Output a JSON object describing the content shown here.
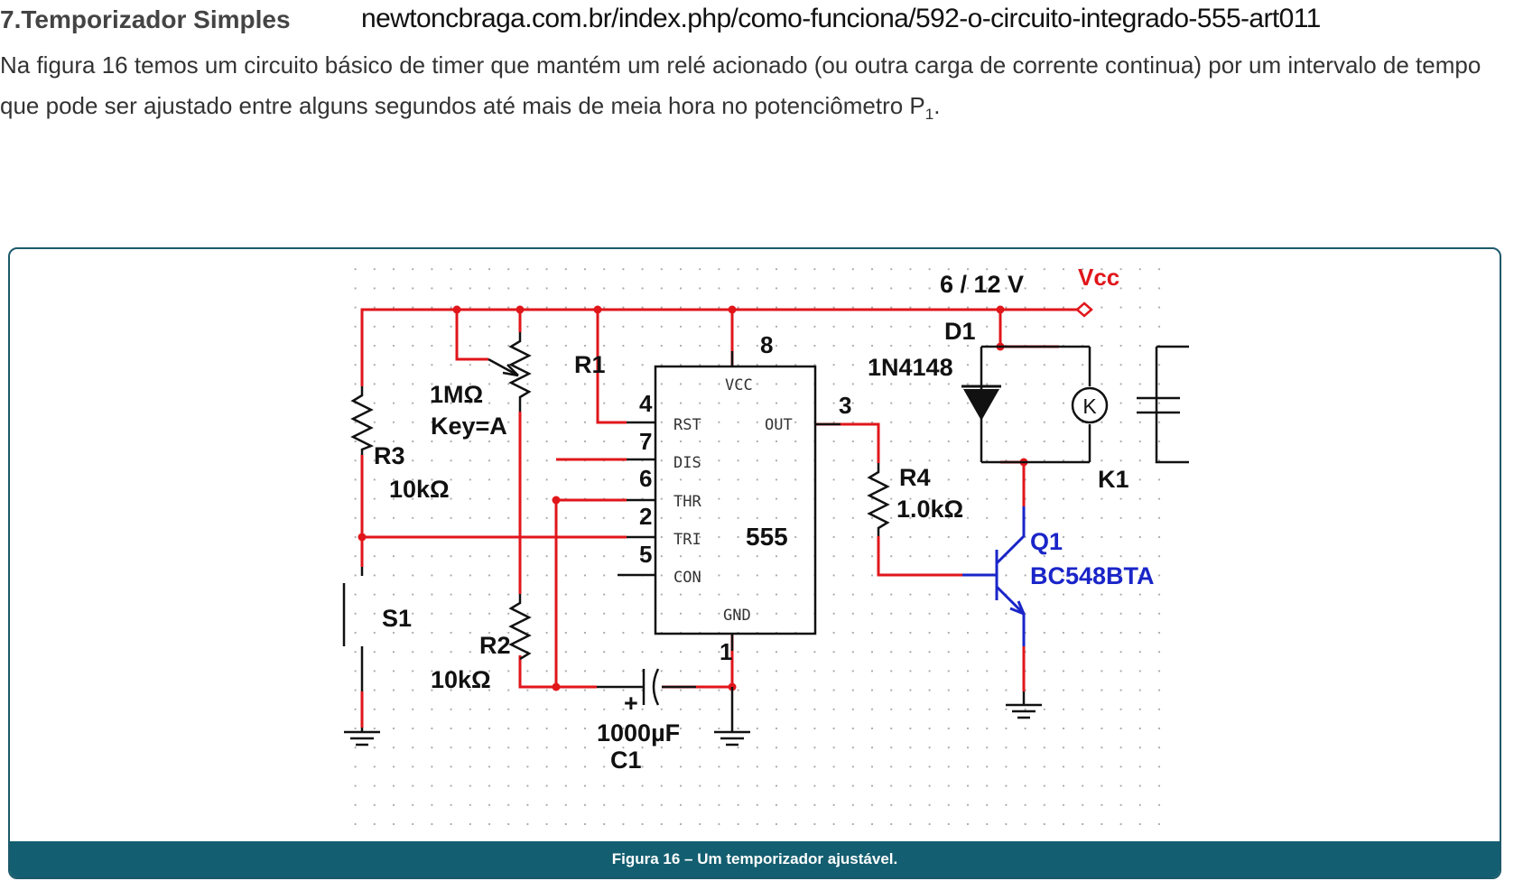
{
  "header": {
    "heading": "7.Temporizador Simples",
    "url": "newtoncbraga.com.br/index.php/como-funciona/592-o-circuito-integrado-555-art011"
  },
  "paragraph": {
    "text": "Na figura 16 temos um circuito básico de timer que mantém um relé acionado (ou outra carga de corrente continua) por um intervalo de tempo que pode ser ajustado entre alguns segundos até mais de meia hora no potenciômetro P",
    "subscript": "1",
    "end": "."
  },
  "schematic": {
    "supply_label": "6 / 12 V",
    "vcc_label": "Vcc",
    "ic": {
      "name": "555",
      "pins": [
        "VCC",
        "RST",
        "OUT",
        "DIS",
        "THR",
        "TRI",
        "CON",
        "GND"
      ],
      "pin_numbers": {
        "vcc": "8",
        "rst": "4",
        "out": "3",
        "dis": "7",
        "thr": "6",
        "tri": "2",
        "con": "5",
        "gnd": "1"
      }
    },
    "components": {
      "r1": {
        "name": "R1",
        "value": "1MΩ",
        "key": "Key=A"
      },
      "r2": {
        "name": "R2",
        "value": "10kΩ"
      },
      "r3": {
        "name": "R3",
        "value": "10kΩ"
      },
      "r4": {
        "name": "R4",
        "value": "1.0kΩ"
      },
      "c1": {
        "name": "C1",
        "value": "1000µF",
        "polarity": "+"
      },
      "d1": {
        "name": "D1",
        "value": "1N4148"
      },
      "q1": {
        "name": "Q1",
        "value": "BC548BTA"
      },
      "k1": {
        "name": "K1",
        "symbol": "K"
      },
      "s1": {
        "name": "S1"
      }
    },
    "colors": {
      "wire": "#e0161b",
      "component": "#111111",
      "transistor": "#1a25c8",
      "grid": "#999999"
    }
  },
  "figure": {
    "caption": "Figura 16 – Um temporizador ajustável."
  }
}
